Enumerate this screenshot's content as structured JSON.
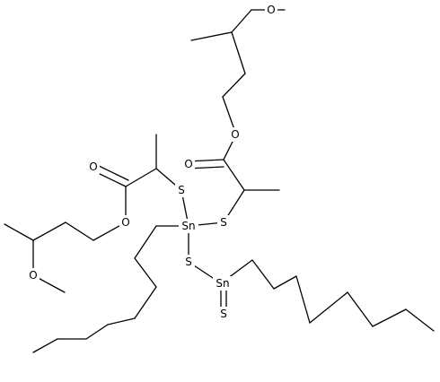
{
  "colors": {
    "background": "#ffffff",
    "ink": "#000000"
  },
  "atoms": {
    "o_top_methoxy": "O",
    "o_top_ester_single": "O",
    "o_top_ester_double": "O",
    "o_left_ester_double": "O",
    "o_left_ester_single": "O",
    "o_left_methoxy": "O",
    "s_left": "S",
    "s_right": "S",
    "s_bridge": "S",
    "s_terminal": "S",
    "sn_center": "Sn",
    "sn_right": "Sn"
  }
}
